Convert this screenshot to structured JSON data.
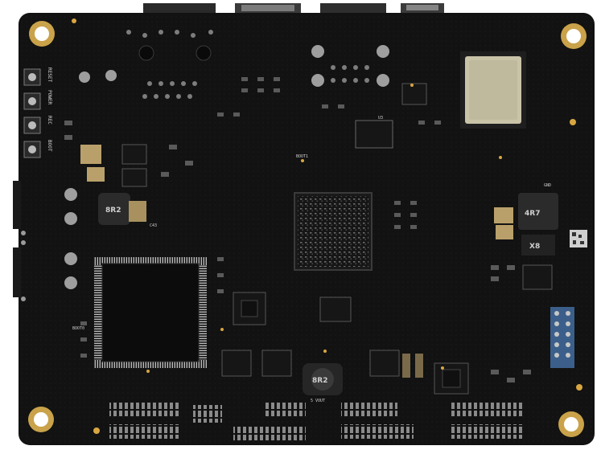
{
  "photo": {
    "subject": "single-board computer PCB, bottom side",
    "background": "#ffffff",
    "board_color": "#101010",
    "solder_mask_highlight": "#1c1c1c",
    "pad_color": "#c9a24a",
    "pin_color": "#bdbdbd"
  },
  "silkscreen": {
    "reset_label": "RESET",
    "power_label": "POWER",
    "rec_label": "REC",
    "boot_label": "BOOT",
    "boot0_label": "BOOT0",
    "boot1_label": "BOOT1",
    "inductor_top_label": "8R2",
    "inductor_bottom_label": "8R2",
    "inductor_right_label": "4R7",
    "diode_label": "X8",
    "cap_label": "C43",
    "misc_label": "U3",
    "gnd_label": "GND",
    "vout_label": "5 VOUT"
  }
}
